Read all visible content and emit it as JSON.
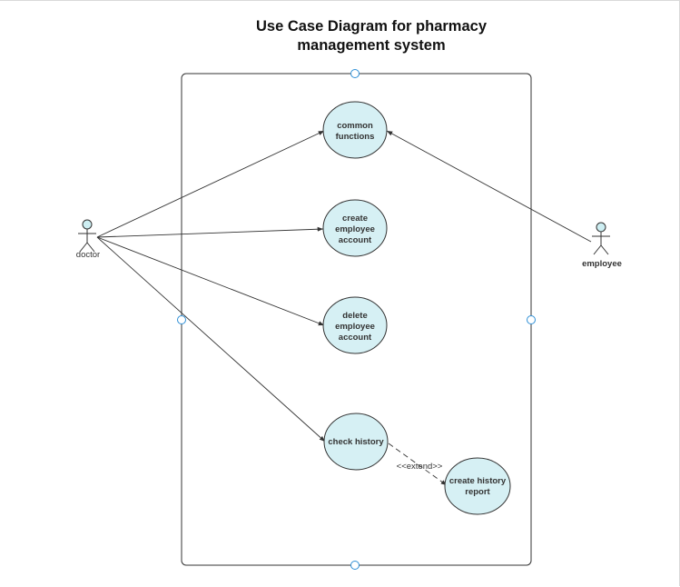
{
  "title": {
    "line1": "Use Case Diagram for pharmacy",
    "line2": "management system"
  },
  "colors": {
    "usecase_fill": "#d6f0f4",
    "actor_head_fill": "#cdeef2",
    "stroke": "#333333",
    "handle_stroke": "#2e8fd6"
  },
  "actors": {
    "doctor": {
      "label": "doctor"
    },
    "employee": {
      "label": "employee"
    }
  },
  "usecases": {
    "common_functions": {
      "lines": [
        "common",
        "functions"
      ]
    },
    "create_employee_account": {
      "lines": [
        "create",
        "employee",
        "account"
      ]
    },
    "delete_employee_account": {
      "lines": [
        "delete",
        "employee",
        "account"
      ]
    },
    "check_history": {
      "lines": [
        "check history"
      ]
    },
    "create_history_report": {
      "lines": [
        "create history",
        "report"
      ]
    }
  },
  "relations": {
    "extend_label": "<<extend>>"
  }
}
